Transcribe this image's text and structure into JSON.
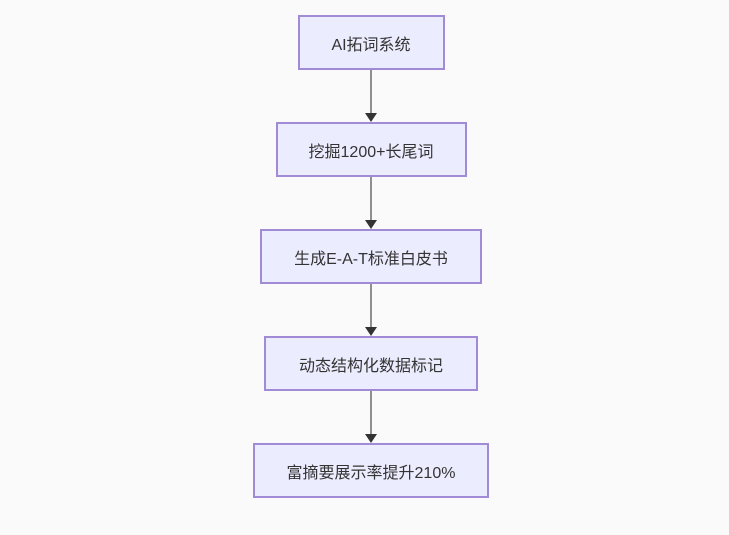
{
  "diagram": {
    "type": "flowchart",
    "direction": "top-down",
    "nodes": [
      {
        "id": "n1",
        "label": "AI拓词系统"
      },
      {
        "id": "n2",
        "label": "挖掘1200+长尾词"
      },
      {
        "id": "n3",
        "label": "生成E-A-T标准白皮书"
      },
      {
        "id": "n4",
        "label": "动态结构化数据标记"
      },
      {
        "id": "n5",
        "label": "富摘要展示率提升210%"
      }
    ],
    "edges": [
      {
        "from": "n1",
        "to": "n2"
      },
      {
        "from": "n2",
        "to": "n3"
      },
      {
        "from": "n3",
        "to": "n4"
      },
      {
        "from": "n4",
        "to": "n5"
      }
    ],
    "colors": {
      "node_fill": "#ECECFF",
      "node_border": "#a18ad6",
      "node_text": "#333333",
      "arrow_line": "#8f8f8f",
      "arrow_head": "#333333",
      "background": "#fafafa"
    }
  }
}
